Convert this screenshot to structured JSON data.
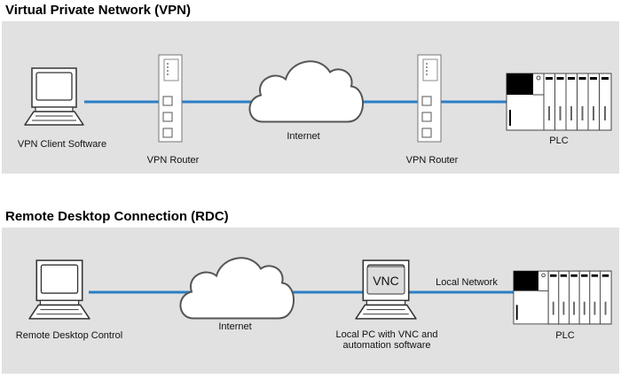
{
  "vpn": {
    "title": "Virtual Private Network (VPN)",
    "client_label": "VPN Client Software",
    "router1_label": "VPN Router",
    "internet_label": "Internet",
    "router2_label": "VPN Router",
    "plc_label": "PLC"
  },
  "rdc": {
    "title": "Remote Desktop Connection (RDC)",
    "client_label": "Remote Desktop Control",
    "internet_label": "Internet",
    "local_pc_label_line1": "Local PC with VNC and",
    "local_pc_label_line2": "automation software",
    "vnc_screen_text": "VNC",
    "local_network_label": "Local Network",
    "plc_label": "PLC"
  },
  "colors": {
    "panel": "#e1e1e2",
    "link": "#2b7fc4"
  }
}
